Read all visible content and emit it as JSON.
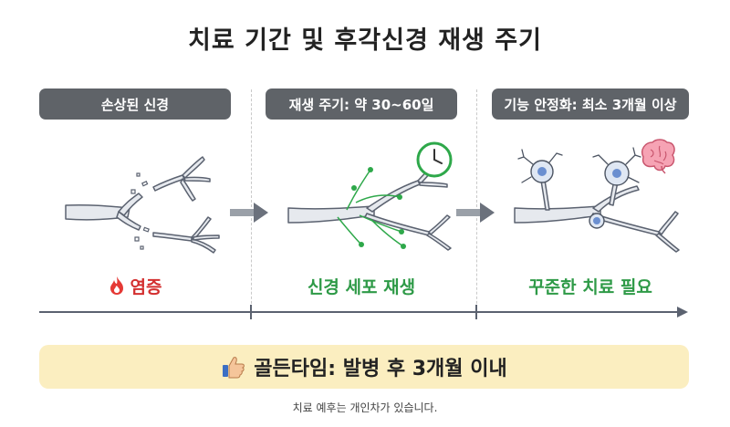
{
  "title": "치료 기간 및 후각신경 재생 주기",
  "stages": [
    {
      "header": "손상된 신경",
      "label": "염증",
      "label_color": "#d32f2f",
      "icon": "flame-icon"
    },
    {
      "header": "재생 주기: 약 30~60일",
      "label": "신경 세포 재생",
      "label_color": "#2e9a47",
      "icon": "clock-icon"
    },
    {
      "header": "기능 안정화: 최소 3개월 이상",
      "label": "꾸준한 치료 필요",
      "label_color": "#2e9a47",
      "icon": "brain-icon"
    }
  ],
  "banner": {
    "text": "골든타임: 발병 후 3개월 이내",
    "icon": "thumbs-up-icon",
    "background": "#fbeec0"
  },
  "footnote": "치료 예후는 개인차가 있습니다.",
  "colors": {
    "nerve_fill": "#e6e9ee",
    "nerve_stroke": "#5b6270",
    "regen_green": "#2ea84a",
    "arrow_gray": "#6b717c",
    "pill_gray": "#5f6368"
  }
}
